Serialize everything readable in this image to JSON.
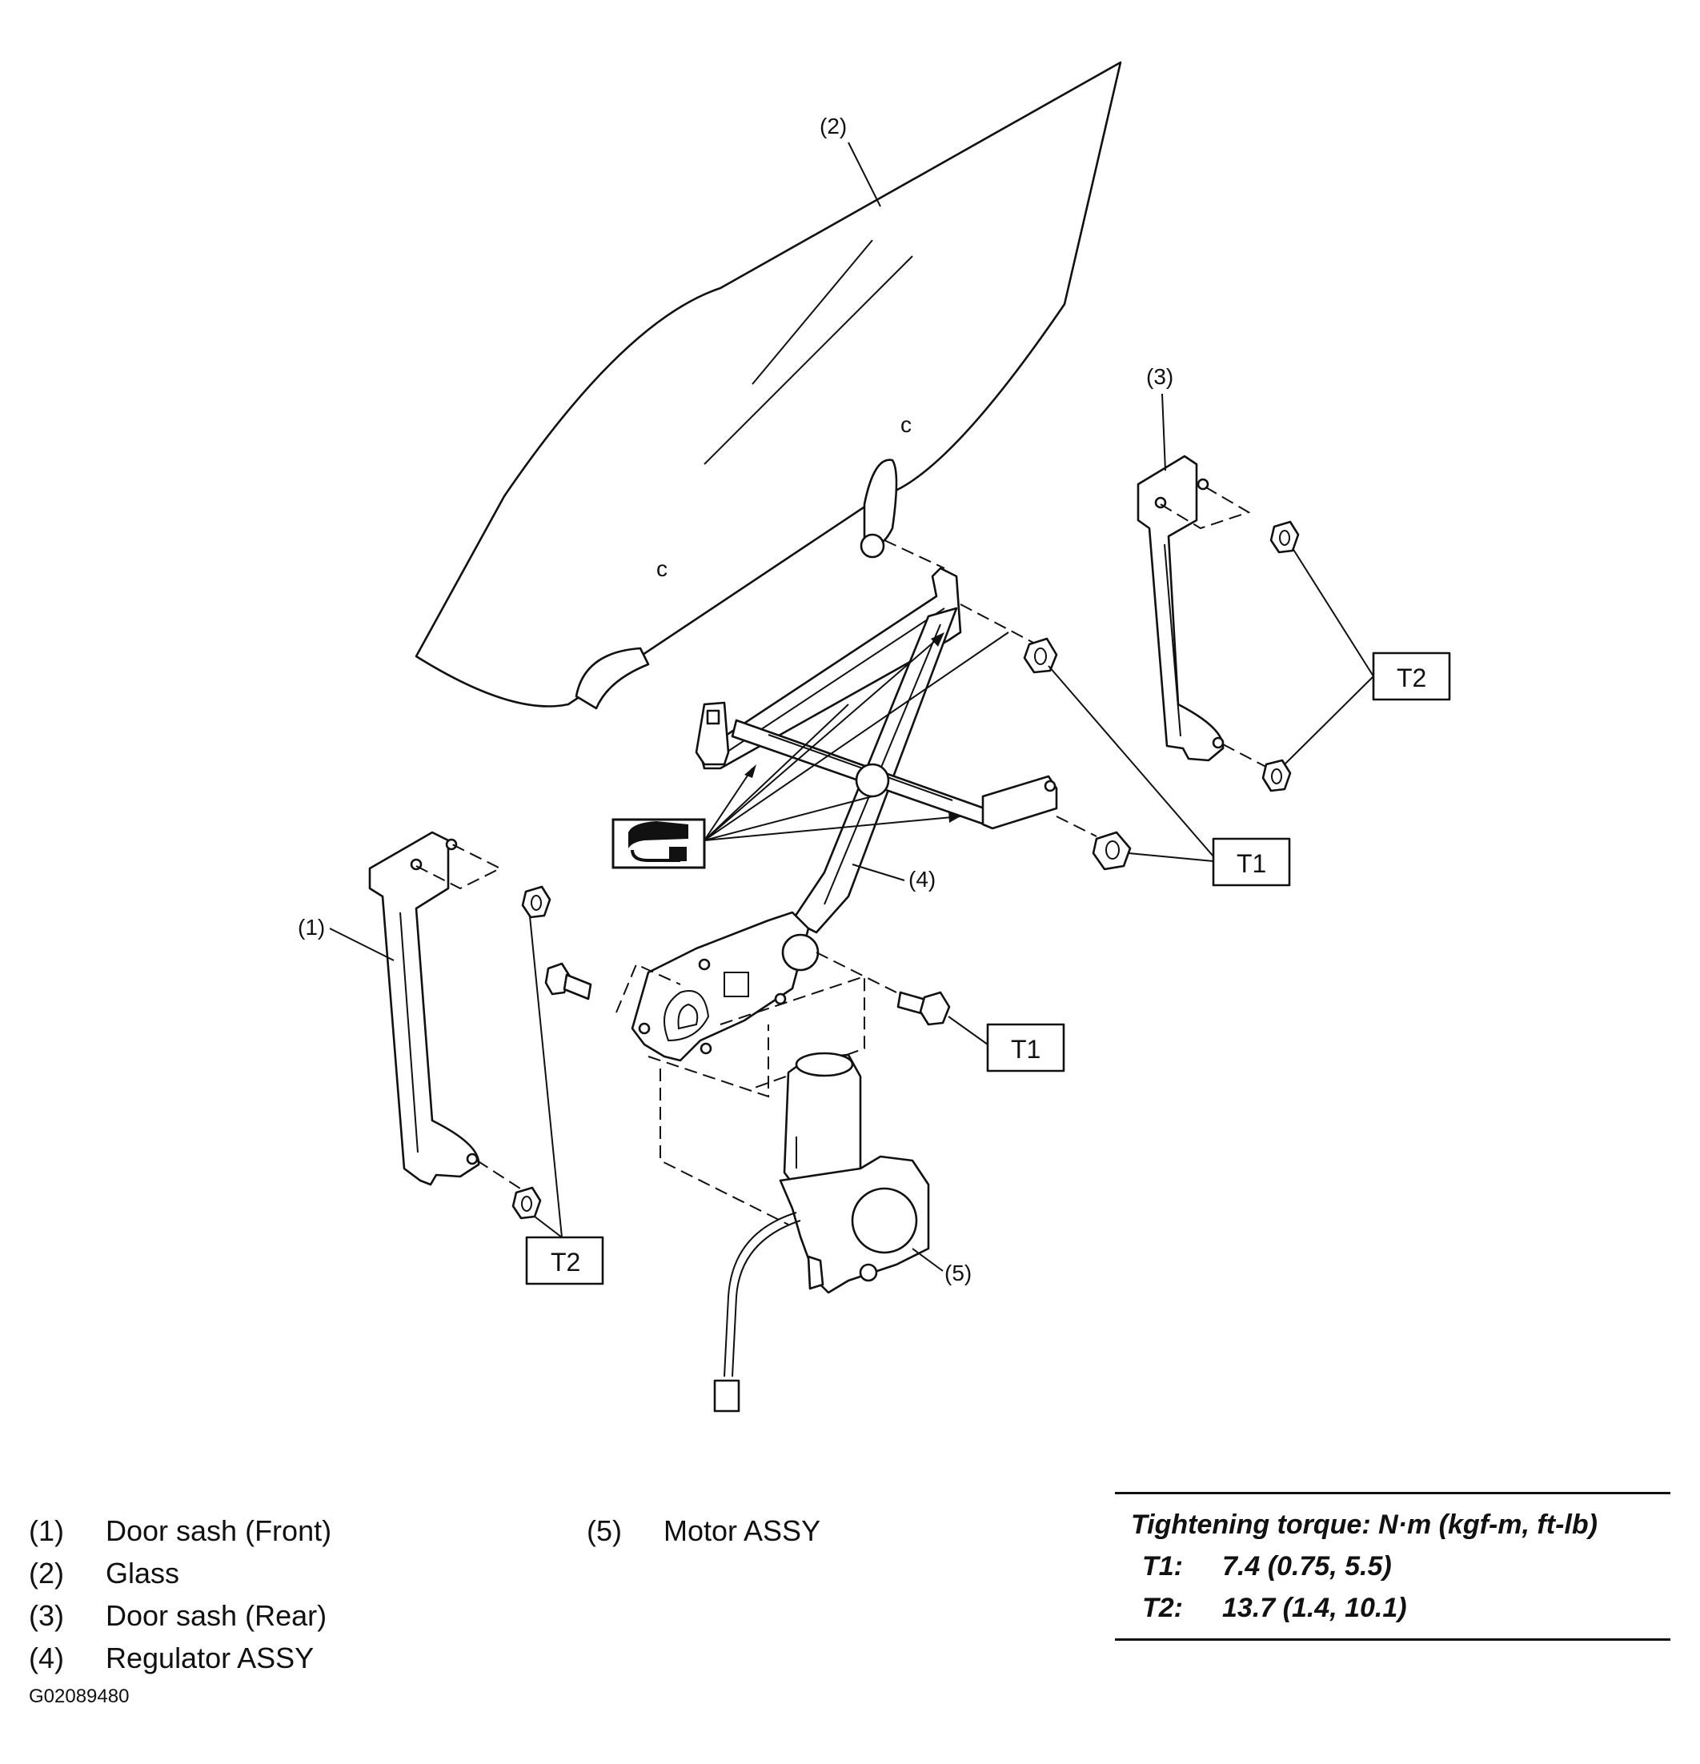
{
  "callouts": {
    "glass": "(2)",
    "door_sash_rear": "(3)",
    "door_sash_front": "(1)",
    "regulator": "(4)",
    "motor": "(5)"
  },
  "torque_boxes": {
    "t2_upper": "T2",
    "t1_upper": "T1",
    "t1_lower": "T1",
    "t2_lower": "T2"
  },
  "grease_icon": "grease-application-icon",
  "legend": {
    "left": [
      {
        "num": "(1)",
        "label": "Door sash (Front)"
      },
      {
        "num": "(2)",
        "label": "Glass"
      },
      {
        "num": "(3)",
        "label": "Door sash (Rear)"
      },
      {
        "num": "(4)",
        "label": "Regulator ASSY"
      }
    ],
    "right": [
      {
        "num": "(5)",
        "label": "Motor ASSY"
      }
    ]
  },
  "torque_table": {
    "heading": "Tightening torque: N·m (kgf-m, ft-lb)",
    "rows": [
      {
        "key": "T1:",
        "value": "7.4 (0.75, 5.5)"
      },
      {
        "key": "T2:",
        "value": "13.7 (1.4, 10.1)"
      }
    ]
  },
  "doc_id": "G02089480"
}
